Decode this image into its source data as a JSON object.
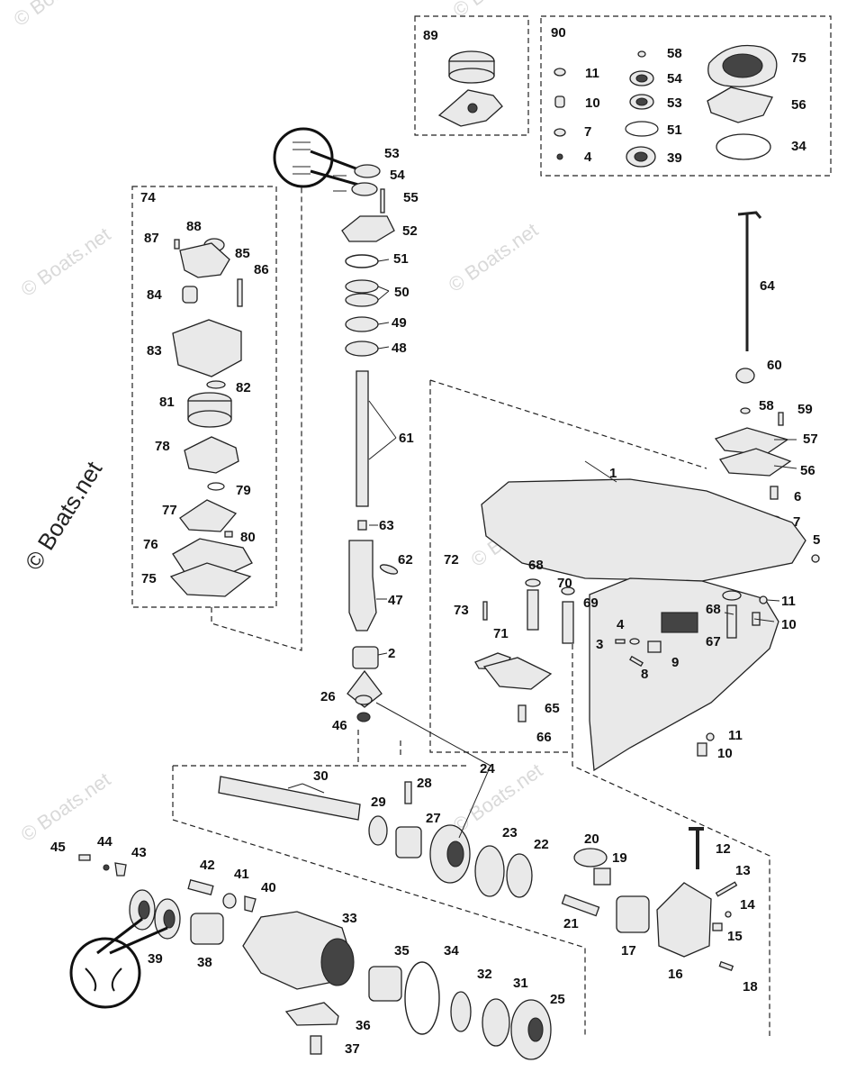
{
  "watermark": "© Boats.net",
  "watermark_side": "© Boats.net",
  "labels": {
    "l1": "1",
    "l2": "2",
    "l3": "3",
    "l4": "4",
    "l5": "5",
    "l6": "6",
    "l7": "7",
    "l8": "8",
    "l9": "9",
    "l10": "10",
    "l11": "11",
    "l12": "12",
    "l13": "13",
    "l14": "14",
    "l15": "15",
    "l16": "16",
    "l17": "17",
    "l18": "18",
    "l19": "19",
    "l20": "20",
    "l21": "21",
    "l22": "22",
    "l23": "23",
    "l24": "24",
    "l25": "25",
    "l26": "26",
    "l27": "27",
    "l28": "28",
    "l29": "29",
    "l30": "30",
    "l31": "31",
    "l32": "32",
    "l33": "33",
    "l34": "34",
    "l35": "35",
    "l36": "36",
    "l37": "37",
    "l38": "38",
    "l39": "39",
    "l40": "40",
    "l41": "41",
    "l42": "42",
    "l43": "43",
    "l44": "44",
    "l45": "45",
    "l46": "46",
    "l47": "47",
    "l48": "48",
    "l49": "49",
    "l50": "50",
    "l51": "51",
    "l52": "52",
    "l53": "53",
    "l54": "54",
    "l55": "55",
    "l56": "56",
    "l57": "57",
    "l58": "58",
    "l59": "59",
    "l60": "60",
    "l61": "61",
    "l62": "62",
    "l63": "63",
    "l64": "64",
    "l65": "65",
    "l66": "66",
    "l67": "67",
    "l68": "68",
    "l69": "69",
    "l70": "70",
    "l71": "71",
    "l72": "72",
    "l73": "73",
    "l74": "74",
    "l75": "75",
    "l76": "76",
    "l77": "77",
    "l78": "78",
    "l79": "79",
    "l80": "80",
    "l81": "81",
    "l82": "82",
    "l83": "83",
    "l84": "84",
    "l85": "85",
    "l86": "86",
    "l87": "87",
    "l88": "88",
    "l89": "89",
    "l90": "90"
  }
}
